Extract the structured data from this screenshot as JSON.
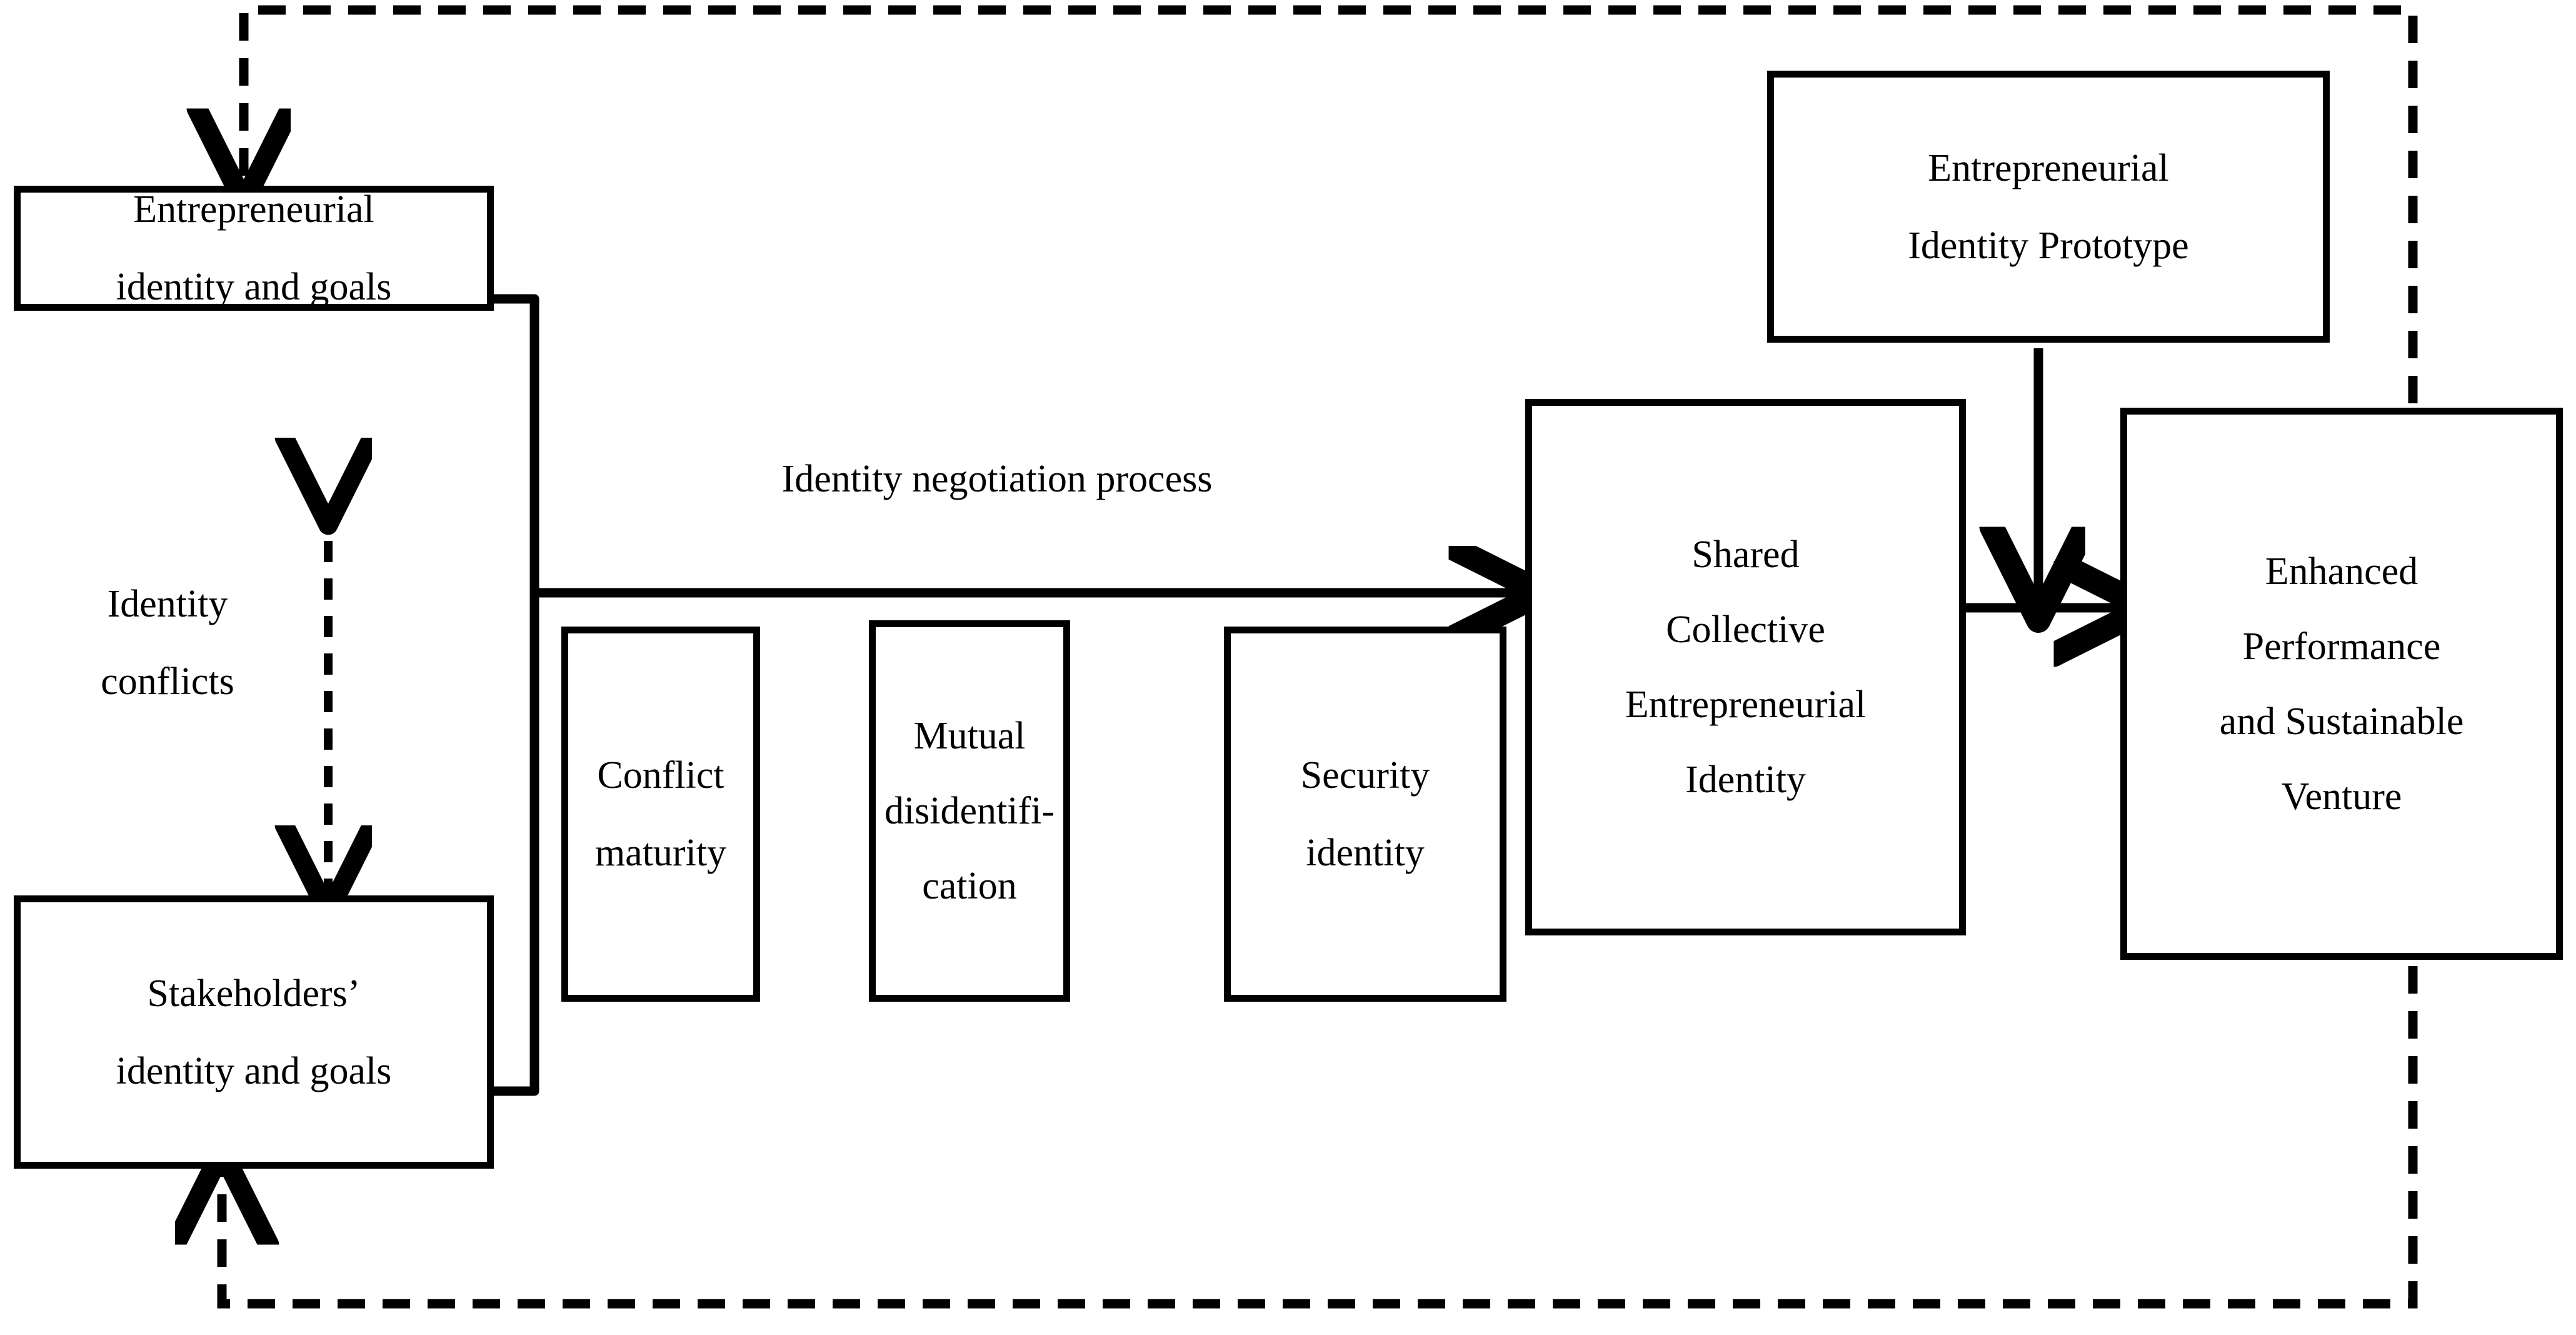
{
  "diagram": {
    "title_visible": false,
    "stroke_color": "#000000",
    "background_color": "#ffffff",
    "boxes": [
      {
        "id": "entrepreneurial-identity-goals",
        "lines": [
          "Entrepreneurial",
          "identity and goals"
        ]
      },
      {
        "id": "stakeholders-identity-goals",
        "lines": [
          "Stakeholders’",
          "identity and goals"
        ]
      },
      {
        "id": "conflict-maturity",
        "lines": [
          "Conflict",
          "maturity"
        ]
      },
      {
        "id": "mutual-disidentification",
        "lines": [
          "Mutual",
          "disidentifi-",
          "cation"
        ]
      },
      {
        "id": "security-identity",
        "lines": [
          "Security",
          "identity"
        ]
      },
      {
        "id": "shared-collective-entrepreneurial-identity",
        "lines": [
          "Shared",
          "Collective",
          "Entrepreneurial",
          "Identity"
        ]
      },
      {
        "id": "entrepreneurial-identity-prototype",
        "lines": [
          "Entrepreneurial",
          "Identity Prototype"
        ]
      },
      {
        "id": "enhanced-performance-sustainable-venture",
        "lines": [
          "Enhanced",
          "Performance",
          "and Sustainable",
          "Venture"
        ]
      }
    ],
    "labels": [
      {
        "id": "identity-conflicts-label",
        "lines": [
          "Identity",
          "conflicts"
        ]
      },
      {
        "id": "identity-negotiation-process-label",
        "lines": [
          "Identity negotiation process"
        ]
      }
    ],
    "connectors": [
      {
        "id": "identity-conflicts-connector",
        "style": "dashed",
        "arrowheads": "both",
        "from": "entrepreneurial-identity-goals",
        "to": "stakeholders-identity-goals"
      },
      {
        "id": "left-boxes-merge-bracket",
        "style": "solid",
        "arrowheads": "none",
        "from": "entrepreneurial-identity-goals + stakeholders-identity-goals",
        "to": "identity-negotiation-arrow"
      },
      {
        "id": "identity-negotiation-arrow",
        "style": "solid",
        "arrowheads": "end",
        "from": "left-boxes-merge-bracket",
        "to": "shared-collective-entrepreneurial-identity"
      },
      {
        "id": "prototype-to-outcome-arrow",
        "style": "solid",
        "arrowheads": "end",
        "from": "entrepreneurial-identity-prototype",
        "to": "shared-to-outcome-arrow"
      },
      {
        "id": "shared-to-outcome-arrow",
        "style": "solid",
        "arrowheads": "end",
        "from": "shared-collective-entrepreneurial-identity",
        "to": "enhanced-performance-sustainable-venture"
      },
      {
        "id": "feedback-top-dashed",
        "style": "dashed",
        "arrowheads": "end",
        "from": "enhanced-performance-sustainable-venture",
        "to": "entrepreneurial-identity-goals"
      },
      {
        "id": "feedback-bottom-dashed",
        "style": "dashed",
        "arrowheads": "end",
        "from": "enhanced-performance-sustainable-venture",
        "to": "stakeholders-identity-goals"
      }
    ]
  }
}
